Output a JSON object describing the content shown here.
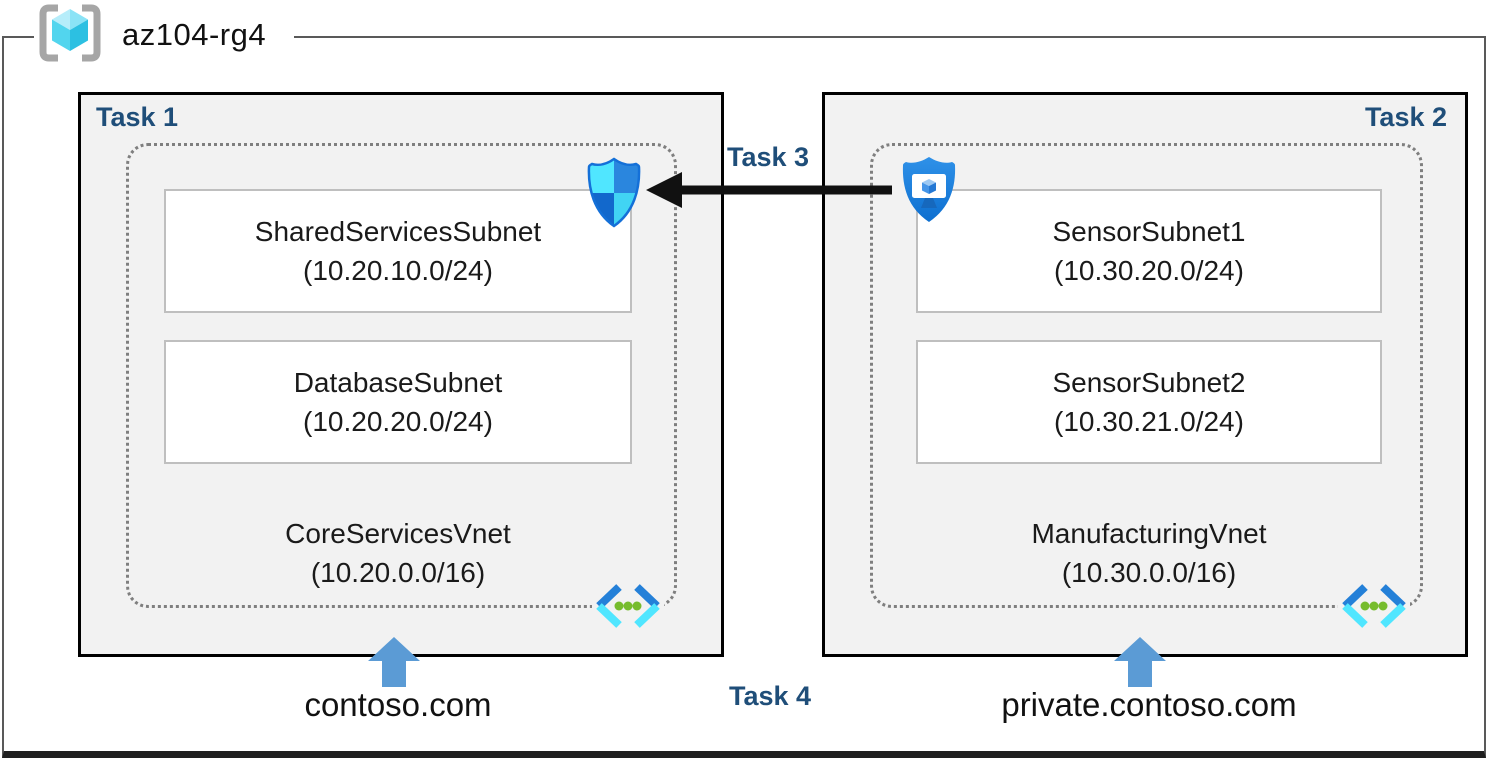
{
  "diagram": {
    "resource_group": {
      "name": "az104-rg4"
    },
    "task_labels": {
      "t1": "Task 1",
      "t2": "Task 2",
      "t3": "Task 3",
      "t4": "Task 4"
    },
    "vnets": [
      {
        "name": "CoreServicesVnet",
        "cidr": "(10.20.0.0/16)",
        "dns_zone": "contoso.com",
        "task_label": "Task 1",
        "subnets": [
          {
            "name": "SharedServicesSubnet",
            "cidr": "(10.20.10.0/24)"
          },
          {
            "name": "DatabaseSubnet",
            "cidr": "(10.20.20.0/24)"
          }
        ]
      },
      {
        "name": "ManufacturingVnet",
        "cidr": "(10.30.0.0/16)",
        "dns_zone": "private.contoso.com",
        "task_label": "Task 2",
        "subnets": [
          {
            "name": "SensorSubnet1",
            "cidr": "(10.30.20.0/24)"
          },
          {
            "name": "SensorSubnet2",
            "cidr": "(10.30.21.0/24)"
          }
        ]
      }
    ],
    "icons": {
      "resource_group": "resource-group-icon",
      "nsg": "network-security-group-icon",
      "bastion": "bastion-icon",
      "vnet": "virtual-network-icon",
      "dns_arrow": "up-arrow-icon",
      "peering_arrow": "left-arrow-icon"
    },
    "colors": {
      "task_label": "#1f4e79",
      "box_fill": "#f2f2f2",
      "box_border": "#000000",
      "dotted_border": "#7f7f7f",
      "subnet_border": "#bfbfbf",
      "dns_arrow_blue": "#5b9bd5",
      "cyan": "#50e6ff",
      "azure_blue": "#2480d8",
      "green_dot": "#76bc2d",
      "frame_border": "#595959"
    }
  }
}
